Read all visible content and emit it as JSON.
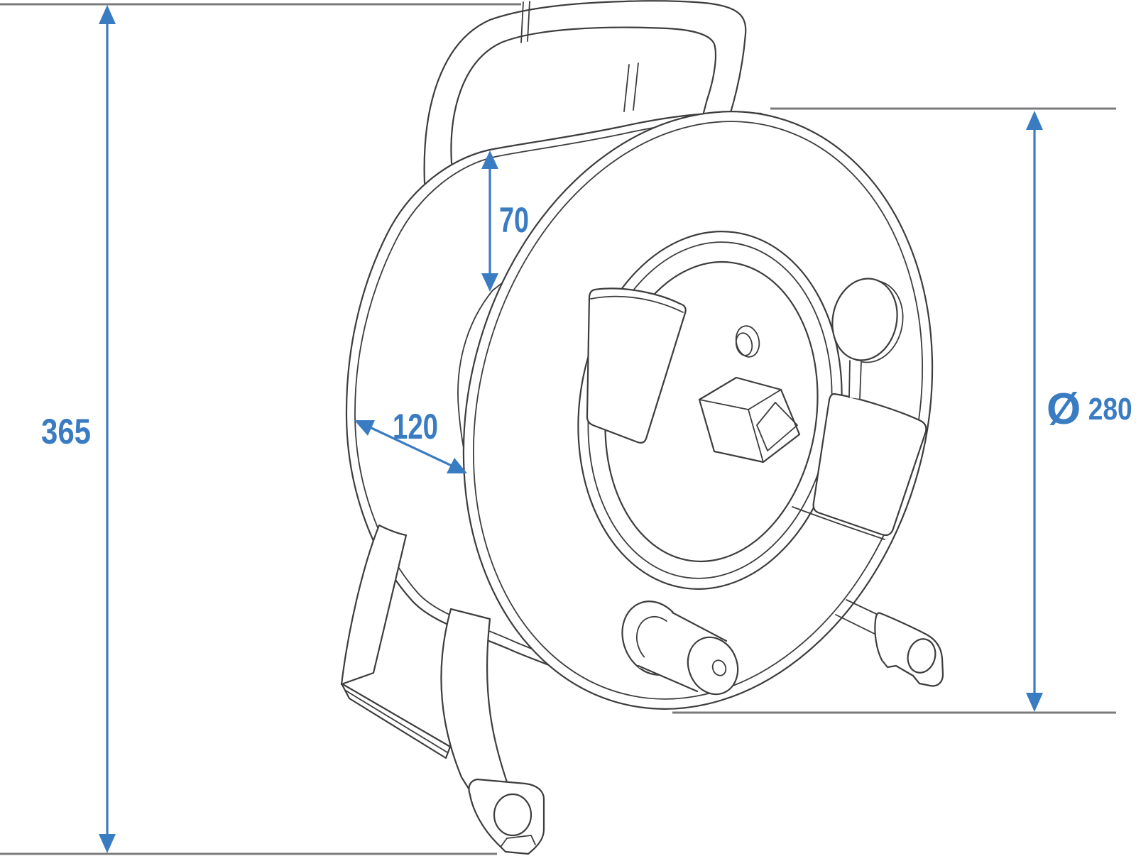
{
  "drawing": {
    "subject": "cable reel isometric technical line drawing",
    "colors": {
      "background": "#ffffff",
      "outline": "#3d3d3d",
      "extension_line": "#7b7b7b",
      "dimension_blue": "#3a7cc2"
    },
    "dimensions": {
      "total_height": {
        "label": "365"
      },
      "winding_depth": {
        "label": "70"
      },
      "drum_width": {
        "label": "120"
      },
      "diameter": {
        "symbol": "Ø",
        "value": "280"
      }
    }
  }
}
